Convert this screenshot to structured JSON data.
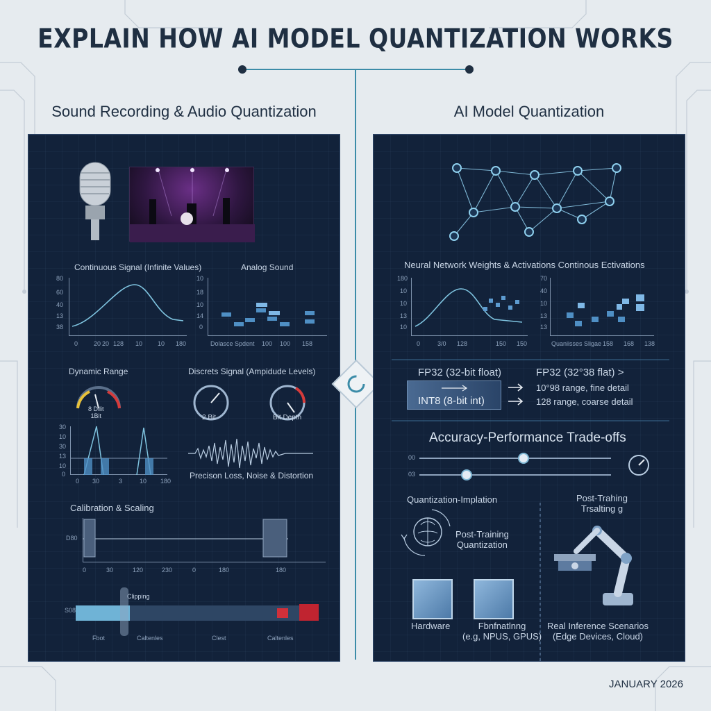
{
  "title": "EXPLAIN HOW AI MODEL QUANTIZATION WORKS",
  "date": "JANUARY 2026",
  "left": {
    "heading": "Sound Recording & Audio Quantization",
    "continuous_label": "Continuous Signal (Infinite Values)",
    "analog_label": "Analog Sound",
    "chart1_yticks": [
      "80",
      "60",
      "40",
      "13",
      "38"
    ],
    "chart1_xticks": [
      "0",
      "20",
      "20",
      "128",
      "10",
      "10",
      "180"
    ],
    "chart2_yticks": [
      "10",
      "18",
      "10",
      "14",
      "0"
    ],
    "chart2_xticks": [
      "Dolasce Spdent",
      "100",
      "100",
      "158"
    ],
    "dynamic_range": "Dynamic Range",
    "gauge1_label": "8 Dilit\n1Bit",
    "discrete_label": "Discrets Signal (Ampidude Levels)",
    "gauge2_label": "2 Bit",
    "gauge3_label": "Bit Depth",
    "chart3_yticks": [
      "30",
      "10",
      "30",
      "13",
      "10",
      "0"
    ],
    "chart3_xticks": [
      "0",
      "30",
      "3",
      "10",
      "180"
    ],
    "precision_loss": "Precison Loss, Noise & Distortion",
    "calibration": "Calibration & Scaling",
    "cal_ytick": "D80",
    "cal_xticks": [
      "0",
      "30",
      "120",
      "230",
      "0",
      "180",
      "180"
    ],
    "clipping": "Clipping",
    "clip_ytick": "S08",
    "clip_xticks": [
      "Fbot",
      "Caltenles",
      "Clest",
      "Caltenles"
    ]
  },
  "right": {
    "heading": "AI Model Quantization",
    "nn_label": "Neural Network Weights & Activations Continous Ectivations",
    "chart1_yticks": [
      "180",
      "10",
      "10",
      "13",
      "10"
    ],
    "chart1_xticks": [
      "0",
      "3/0",
      "128",
      "150",
      "150"
    ],
    "chart2_yticks": [
      "70",
      "40",
      "10",
      "13",
      "13"
    ],
    "chart2_xticks": [
      "Quaniisses Sligae",
      "158",
      "168",
      "138"
    ],
    "fp32_left": "FP32 (32-bit float)",
    "fp32_right": "FP32 (32°38 flat) >",
    "int8_left": "INT8 (8-bit int)",
    "range_fine": "10°98 range, fine detail",
    "range_coarse": "128 range, coarse detail",
    "tradeoffs": "Accuracy-Performance Trade-offs",
    "slider1_label": "00",
    "slider2_label": "03",
    "qimpl": "Quantization-Implation",
    "ptq": "Post-Training\nQuantization",
    "post_training": "Post-Trahing\nTrsalting g",
    "hardware": "Hardware",
    "platforms": "Fbnfnatlnng\n(e.g, NPUS, GPUS)",
    "inference": "Real Inference Scenarios\n(Edge Devices, Cloud)"
  }
}
